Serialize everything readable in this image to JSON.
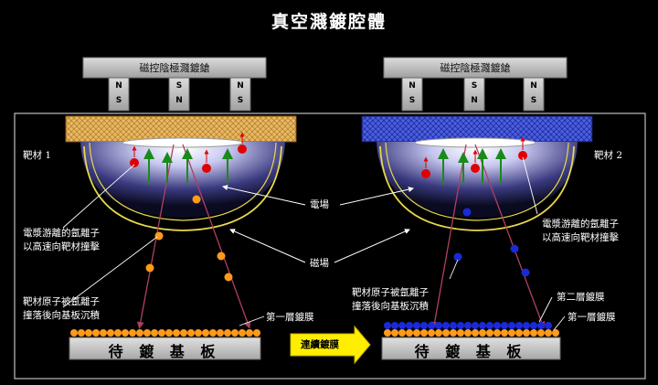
{
  "title": "真空濺鍍腔體",
  "magnetron_label": "磁控陰極濺鍍鎗",
  "magnet_pole_top": "N",
  "magnet_pole_mid": "S",
  "target1_label": "靶材 1",
  "target2_label": "靶材 2",
  "electric_field_label": "電場",
  "magnetic_field_label": "磁場",
  "ion_label_line1": "電漿游離的氬離子",
  "ion_label_line2": "以高速向靶材撞擊",
  "atom_label_line1": "靶材原子被氬離子",
  "atom_label_line2": "撞落後向基板沉積",
  "first_layer_label": "第一層鍍膜",
  "second_layer_label": "第二層鍍膜",
  "substrate_label": "待 鍍 基 板",
  "continuous_label": "連續鍍膜",
  "colors": {
    "target1": "#e6b45a",
    "target2": "#3a4fd8",
    "atom1": "#ff9a1a",
    "atom2": "#1a2ad8",
    "ion": "#e00000",
    "field_arrow": "#1a8a1a",
    "magnetic_field": "#e8d84a",
    "trajectory": "#b04060",
    "continuous_arrow": "#ffee00"
  }
}
